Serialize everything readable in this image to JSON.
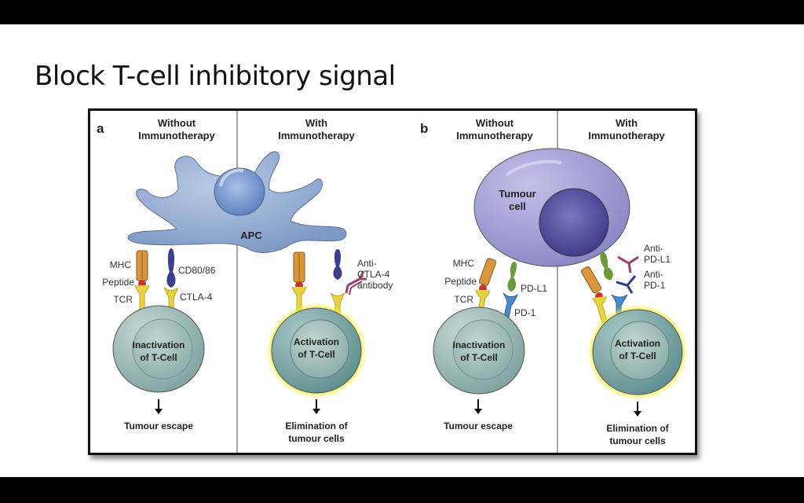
{
  "slide": {
    "title": "Block T-cell inhibitory signal"
  },
  "figure": {
    "panel_a": {
      "letter": "a",
      "without": {
        "heading_line1": "Without",
        "heading_line2": "Immunotherapy",
        "labels": {
          "mhc": "MHC",
          "peptide": "Peptide",
          "tcr": "TCR",
          "cd80": "CD80/86",
          "ctla4": "CTLA-4"
        },
        "cell_line1": "Inactivation",
        "cell_line2": "of T-Cell",
        "outcome": "Tumour escape"
      },
      "with": {
        "heading_line1": "With",
        "heading_line2": "Immunotherapy",
        "apc_label": "APC",
        "antibody_line1": "Anti-",
        "antibody_line2": "CTLA-4",
        "antibody_line3": "antibody",
        "cell_line1": "Activation",
        "cell_line2": "of T-Cell",
        "outcome_line1": "Elimination of",
        "outcome_line2": "tumour cells"
      }
    },
    "panel_b": {
      "letter": "b",
      "without": {
        "heading_line1": "Without",
        "heading_line2": "Immunotherapy",
        "tumour_line1": "Tumour",
        "tumour_line2": "cell",
        "labels": {
          "mhc": "MHC",
          "peptide": "Peptide",
          "tcr": "TCR",
          "pdl1": "PD-L1",
          "pd1": "PD-1"
        },
        "cell_line1": "Inactivation",
        "cell_line2": "of T-Cell",
        "outcome": "Tumour escape"
      },
      "with": {
        "heading_line1": "With",
        "heading_line2": "Immunotherapy",
        "anti_pdl1_line1": "Anti-",
        "anti_pdl1_line2": "PD-L1",
        "anti_pd1_line1": "Anti-",
        "anti_pd1_line2": "PD-1",
        "cell_line1": "Activation",
        "cell_line2": "of T-Cell",
        "outcome_line1": "Elimination of",
        "outcome_line2": "tumour cells"
      }
    },
    "colors": {
      "apc": "#8fa9cf",
      "tumour": "#9c9ad0",
      "tumour_nucleus": "#4d4a98",
      "tcell": "#8fb3b0",
      "glow": "#f4ee3a",
      "mhc": "#d9973a",
      "tcr": "#e8d43a",
      "cd80": "#3c3f8e",
      "antibody_ctla4": "#9c3e6a",
      "pdl1": "#6a9a3a",
      "pd1": "#4a8ad0",
      "anti_pd1": "#2c3e8e"
    }
  }
}
